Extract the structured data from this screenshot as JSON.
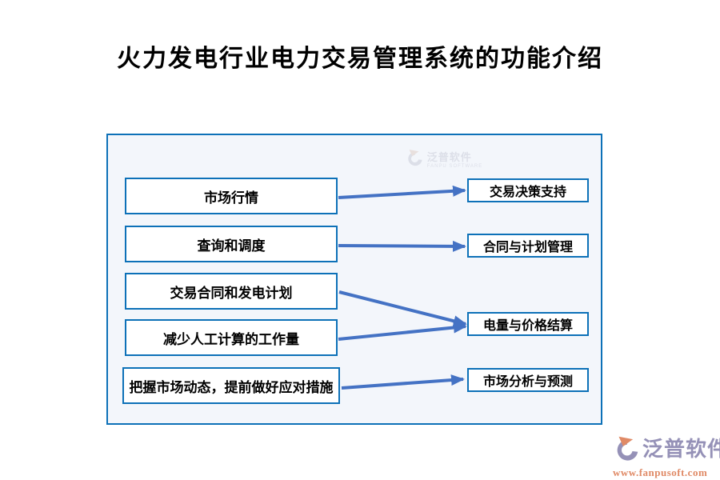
{
  "title": "火力发电行业电力交易管理系统的功能介绍",
  "diagram": {
    "left_items": [
      {
        "label": "市场行情"
      },
      {
        "label": "查询和调度"
      },
      {
        "label": "交易合同和发电计划"
      },
      {
        "label": "减少人工计算的工作量"
      },
      {
        "label": "把握市场动态，提前做好应对措施"
      }
    ],
    "right_items": [
      {
        "label": "交易决策支持"
      },
      {
        "label": "合同与计划管理"
      },
      {
        "label": "电量与价格结算"
      },
      {
        "label": "市场分析与预测"
      }
    ],
    "connections": [
      {
        "from": "市场行情",
        "to": "交易决策支持"
      },
      {
        "from": "查询和调度",
        "to": "合同与计划管理"
      },
      {
        "from": "交易合同和发电计划",
        "to": "电量与价格结算"
      },
      {
        "from": "减少人工计算的工作量",
        "to": "电量与价格结算"
      },
      {
        "from": "把握市场动态，提前做好应对措施",
        "to": "市场分析与预测"
      }
    ]
  },
  "watermark": {
    "name": "泛普软件",
    "subtitle": "FANPU SOFTWARE"
  },
  "footer_logo": {
    "name": "泛普软件",
    "url": "www.fanpusoft.com"
  },
  "colors": {
    "box_border": "#0d71b8",
    "panel_background": "#f3f6fb",
    "arrow": "#4472c4",
    "logo_text": "#9591b7",
    "logo_url": "#e08a66"
  }
}
